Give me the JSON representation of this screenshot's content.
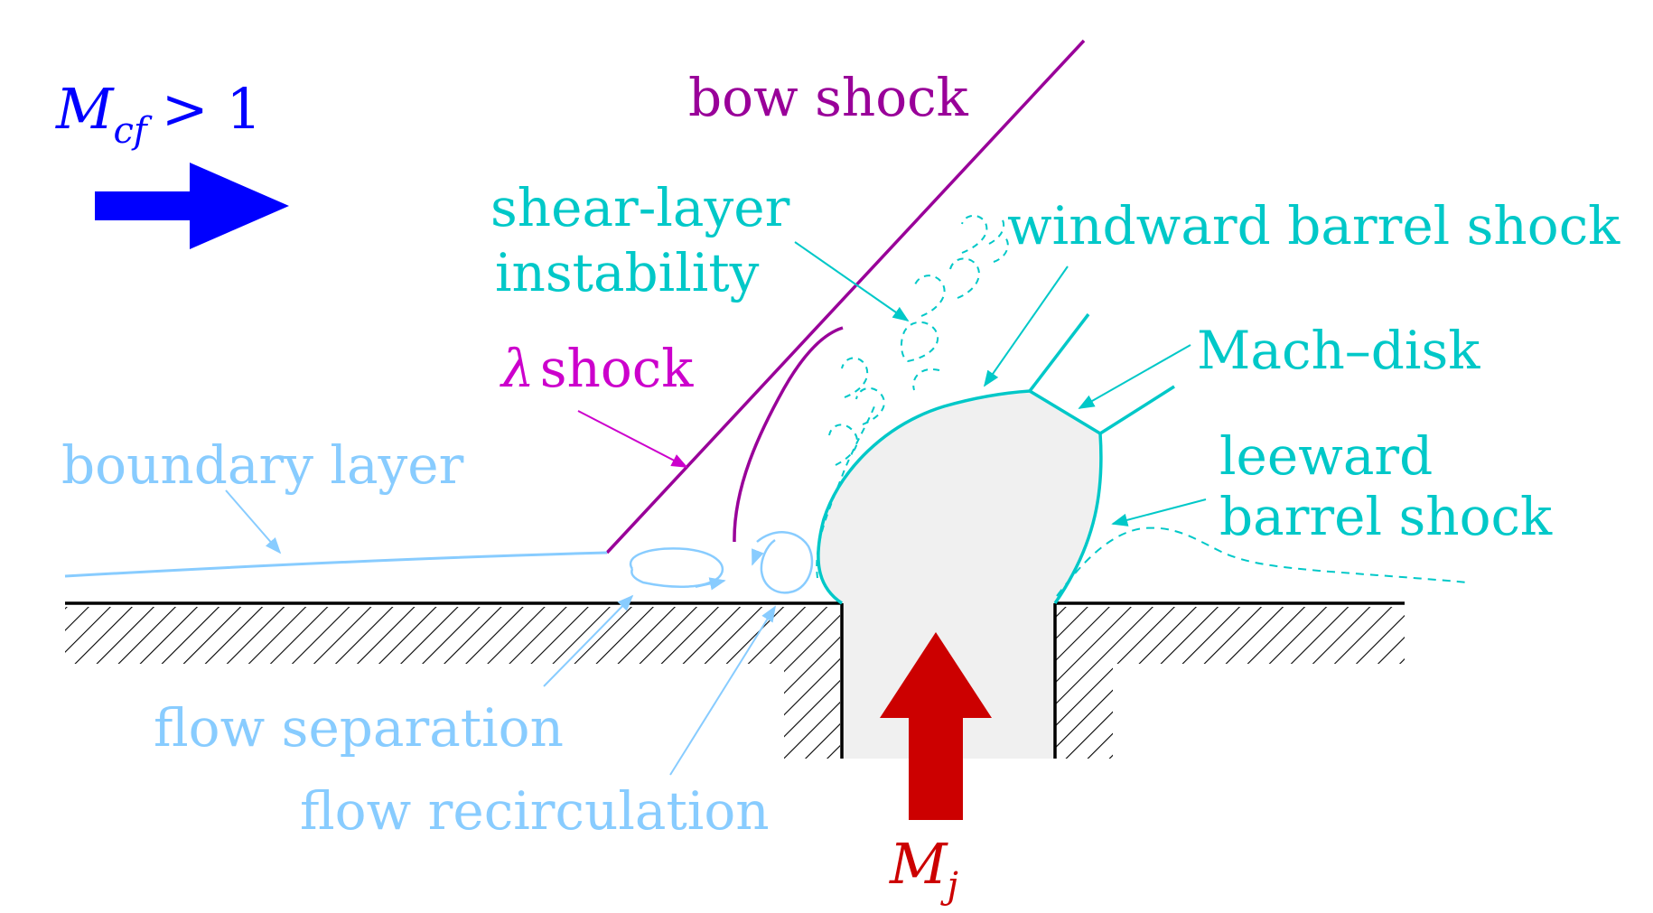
{
  "colors": {
    "flow_inlet": "#0000ff",
    "jet": "#cc0000",
    "shock_purple": "#990099",
    "lambda_magenta": "#cc00cc",
    "cyan": "#00c8c8",
    "light_blue": "#88ccff",
    "wall": "#000000",
    "jet_fill": "#f0f0f0"
  },
  "labels": {
    "mcf_main": "M",
    "mcf_sub": "cf",
    "mcf_rel": "> 1",
    "bow_shock": "bow shock",
    "shear_layer_line1": "shear-layer",
    "shear_layer_line2": "instability",
    "windward_barrel_shock": "windward barrel shock",
    "mach_disk": "Mach–disk",
    "leeward_line1": "leeward",
    "leeward_line2": "barrel shock",
    "lambda_symbol": "λ",
    "lambda_shock": "shock",
    "boundary_layer": "boundary layer",
    "flow_separation": "flow separation",
    "flow_recirculation": "flow recirculation",
    "mj_main": "M",
    "mj_sub": "j"
  }
}
